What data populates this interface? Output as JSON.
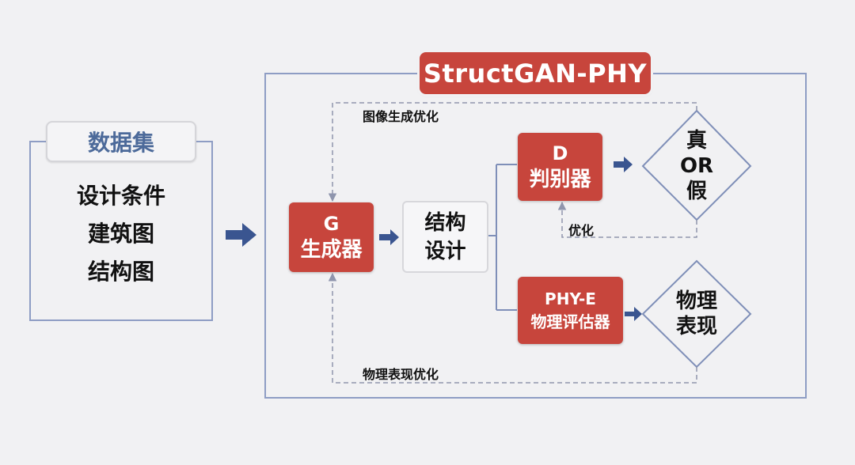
{
  "main_title": "StructGAN-PHY",
  "dataset": {
    "title": "数据集",
    "items": [
      "设计条件",
      "建筑图",
      "结构图"
    ]
  },
  "generator": {
    "letter": "G",
    "name": "生成器"
  },
  "structure_design": {
    "line1": "结构",
    "line2": "设计"
  },
  "discriminator": {
    "letter": "D",
    "name": "判别器"
  },
  "phy_evaluator": {
    "code": "PHY-E",
    "name": "物理评估器"
  },
  "real_or_fake": {
    "line1": "真",
    "line2": "OR",
    "line3": "假"
  },
  "physical_performance": {
    "line1": "物理",
    "line2": "表现"
  },
  "labels": {
    "image_optimization": "图像生成优化",
    "optimization": "优化",
    "physical_optimization": "物理表现优化"
  },
  "colors": {
    "accent_red": "#c7453c",
    "frame_blue": "#8e9dc4",
    "arrow_blue": "#3a5590",
    "dashed_gray": "#8f95ad"
  }
}
